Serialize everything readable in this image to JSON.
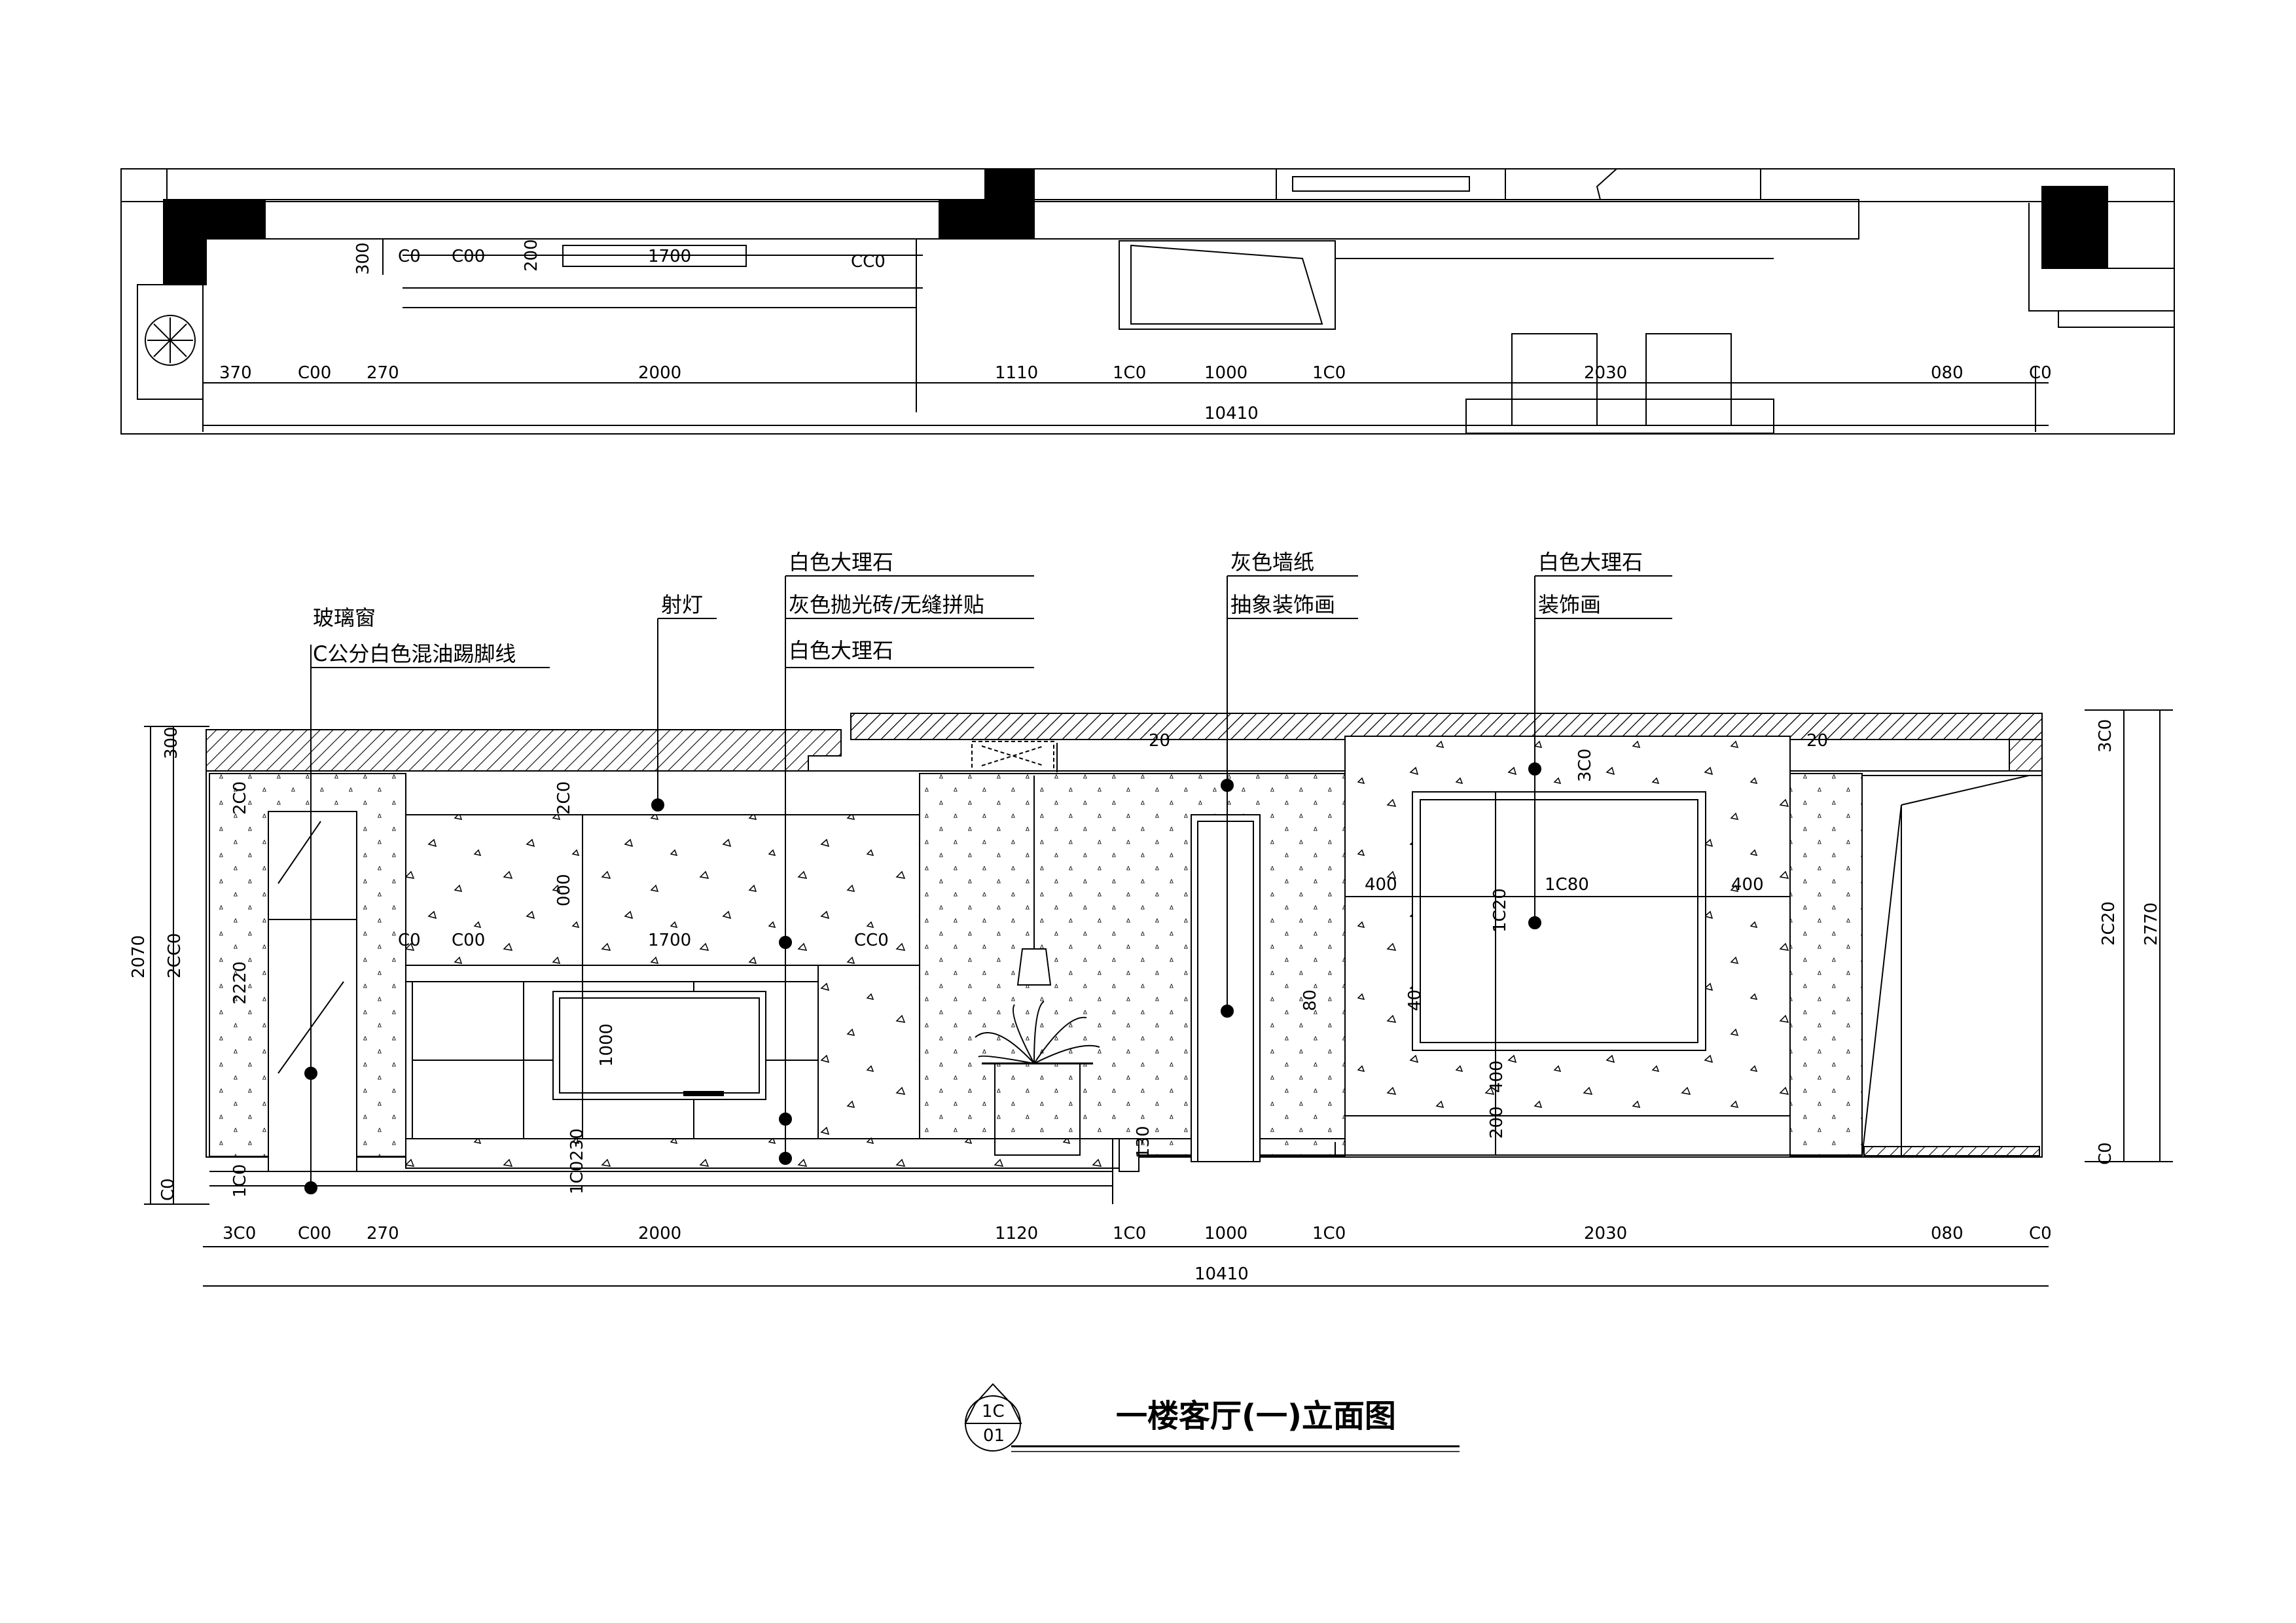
{
  "plan": {
    "dims_top": [
      "300",
      "C0",
      "C00",
      "200",
      "1700",
      "CC0"
    ],
    "dims_row": [
      "370",
      "C00",
      "270",
      "2000",
      "1110",
      "1C0",
      "1000",
      "1C0",
      "2030",
      "080",
      "C0"
    ],
    "total": "10410"
  },
  "elevation": {
    "labels": {
      "glass_window": "玻璃窗",
      "baseboard": "C公分白色混油踢脚线",
      "spotlight": "射灯",
      "white_marble_1": "白色大理石",
      "grey_tile": "灰色抛光砖/无缝拼贴",
      "white_marble_2": "白色大理石",
      "grey_wallpaper": "灰色墙纸",
      "abstract_painting": "抽象装饰画",
      "white_marble_3": "白色大理石",
      "decor_painting": "装饰画"
    },
    "dims_bottom": [
      "3C0",
      "C00",
      "270",
      "2000",
      "1120",
      "1C0",
      "1000",
      "1C0",
      "2030",
      "080",
      "C0"
    ],
    "total": "10410",
    "left_dims": [
      "300",
      "2070",
      "2CC0",
      "2220",
      "C0",
      "1C0"
    ],
    "right_dims": [
      "3C0",
      "2C20",
      "2770",
      "C0"
    ],
    "inner_dims": {
      "d250": "2C0",
      "d270": "2C0",
      "d000": "000",
      "d_c0": "C0",
      "d_c00": "C00",
      "d1700": "1700",
      "d_cc0": "CC0",
      "d1000": "1000",
      "d230": "1C0230",
      "d130": "130",
      "d20a": "20",
      "d20b": "20",
      "d3c0": "3C0",
      "d400l": "400",
      "d1c80": "1C80",
      "d400r": "400",
      "d1c20": "1C20",
      "d80": "80",
      "d40": "40",
      "d400b": "400",
      "d200": "200"
    }
  },
  "title_block": {
    "ref_top": "1C",
    "ref_bottom": "01",
    "title": "一楼客厅(一)立面图"
  }
}
